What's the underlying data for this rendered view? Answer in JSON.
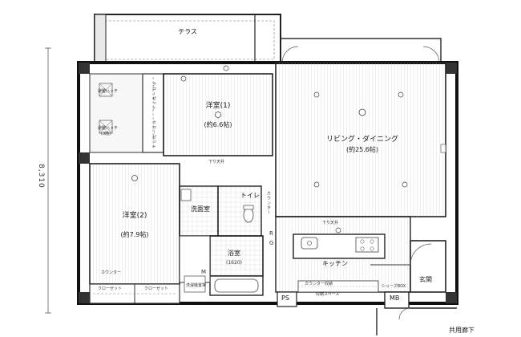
{
  "plan": {
    "dimension_label": "8,310",
    "rooms": {
      "terrace": "テラス",
      "western1_name": "洋室(1)",
      "western1_size": "(約6.6帖)",
      "living_name": "リビング・ダイニング",
      "living_size": "(約25.6帖)",
      "western2_name": "洋室(2)",
      "western2_size": "(約7.9帖)",
      "washroom": "洗面室",
      "toilet": "トイレ",
      "bath_name": "浴室",
      "bath_size": "(1620)",
      "kitchen": "キッチン",
      "entrance": "玄関",
      "common_corridor": "共用廊下"
    },
    "small_labels": {
      "escape_hatch": "避難ハッチ",
      "escape_hatch_sub": "(3階)",
      "escape_hatch2": "避難ハッチ",
      "closet_a": "クローゼット",
      "closet_b": "クローゼット",
      "closet_c": "クローゼット",
      "closet_d": "クローゼット",
      "counter_short": "カウンター",
      "counter_vertical": "カウンター",
      "counter_bottom": "カウンター収納",
      "shoebox": "シューズBOX",
      "laundry_storage": "洗濯機置場",
      "storage_space": "収納スペース",
      "ps": "PS",
      "mb": "MB",
      "m_mark": "M",
      "r_mark": "R",
      "g_mark": "G",
      "ceiling_note": "下り天井",
      "ceiling_note2": "下り天井"
    }
  }
}
